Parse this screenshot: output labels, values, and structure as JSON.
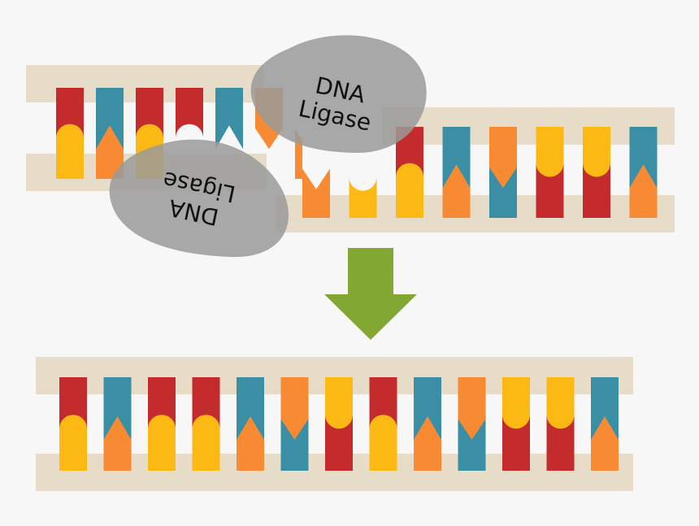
{
  "colors": {
    "background": "#f7f7f7",
    "backbone": "#e6dcc8",
    "red": "#c42b2d",
    "teal": "#3b8fa5",
    "yellow": "#fdb913",
    "orange": "#f78a32",
    "arrow": "#82a833",
    "enzyme": "#9a9a9a"
  },
  "enzymes": [
    {
      "line1": "DNA",
      "line2": "Ligase"
    },
    {
      "line1": "DNA",
      "line2": "Ligase"
    }
  ],
  "top_left_fragment": {
    "pairs": [
      {
        "top": "red",
        "bottom": "yellow",
        "shape": "round"
      },
      {
        "top": "teal",
        "bottom": "orange",
        "shape": "point"
      },
      {
        "top": "red",
        "bottom": "yellow",
        "shape": "round"
      },
      {
        "top": "red",
        "bottom": "yellow",
        "shape": "round",
        "gap": "bottom"
      },
      {
        "top": "teal",
        "bottom": "orange",
        "shape": "point",
        "gap": "bottom"
      },
      {
        "top": "orange",
        "bottom": "teal",
        "shape": "point",
        "gap": "bottom"
      },
      {
        "top": "teal",
        "bottom": "orange",
        "shape": "point",
        "gap": "top"
      }
    ]
  },
  "top_right_fragment": {
    "pairs": [
      {
        "top": "teal",
        "bottom": "orange",
        "shape": "point",
        "gap": "top"
      },
      {
        "top": "red",
        "bottom": "yellow",
        "shape": "round",
        "gap": "top"
      },
      {
        "top": "red",
        "bottom": "yellow",
        "shape": "round"
      },
      {
        "top": "teal",
        "bottom": "orange",
        "shape": "point"
      },
      {
        "top": "orange",
        "bottom": "teal",
        "shape": "point"
      },
      {
        "top": "yellow",
        "bottom": "red",
        "shape": "round"
      },
      {
        "top": "yellow",
        "bottom": "red",
        "shape": "round"
      },
      {
        "top": "teal",
        "bottom": "orange",
        "shape": "point"
      }
    ]
  },
  "joined_strand": {
    "pairs": [
      {
        "top": "red",
        "bottom": "yellow",
        "shape": "round"
      },
      {
        "top": "teal",
        "bottom": "orange",
        "shape": "point"
      },
      {
        "top": "red",
        "bottom": "yellow",
        "shape": "round"
      },
      {
        "top": "red",
        "bottom": "yellow",
        "shape": "round"
      },
      {
        "top": "teal",
        "bottom": "orange",
        "shape": "point"
      },
      {
        "top": "orange",
        "bottom": "teal",
        "shape": "point"
      },
      {
        "top": "yellow",
        "bottom": "red",
        "shape": "round"
      },
      {
        "top": "red",
        "bottom": "yellow",
        "shape": "round"
      },
      {
        "top": "teal",
        "bottom": "orange",
        "shape": "point"
      },
      {
        "top": "orange",
        "bottom": "teal",
        "shape": "point"
      },
      {
        "top": "yellow",
        "bottom": "red",
        "shape": "round"
      },
      {
        "top": "yellow",
        "bottom": "red",
        "shape": "round"
      },
      {
        "top": "teal",
        "bottom": "orange",
        "shape": "point"
      }
    ]
  }
}
